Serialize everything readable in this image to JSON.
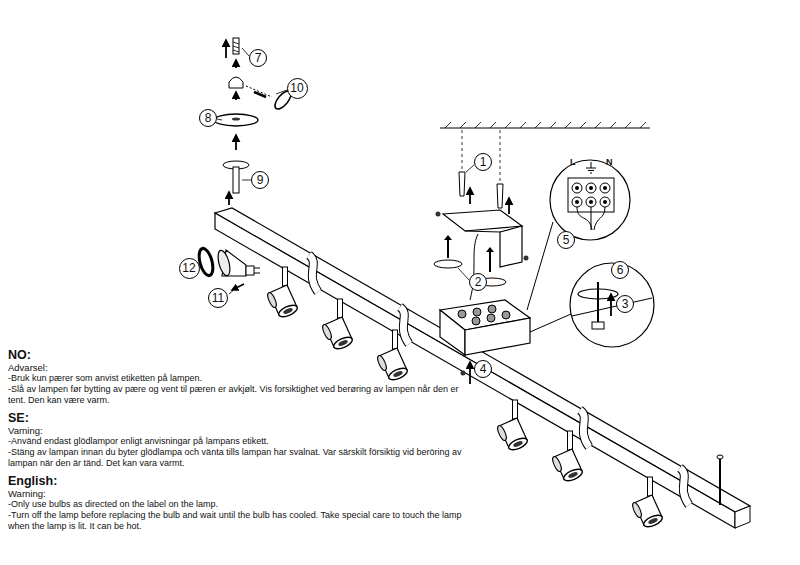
{
  "diagram": {
    "nodes": [
      {
        "text": [
          "7"
        ]
      },
      {
        "text": [
          "10"
        ]
      },
      {
        "text": [
          "8"
        ]
      },
      {
        "text": [
          "1"
        ]
      },
      {
        "text": [
          "9"
        ]
      },
      {
        "text": [
          "5"
        ]
      },
      {
        "text": [
          "12"
        ]
      },
      {
        "text": [
          "6"
        ]
      },
      {
        "text": [
          "2"
        ]
      },
      {
        "text": [
          "11"
        ]
      },
      {
        "text": [
          "3"
        ]
      },
      {
        "text": [
          "4"
        ]
      }
    ],
    "labels": [
      "NO:",
      "Advarsel:",
      "-Bruk kun pærer som anvist etiketten på lampen.",
      "-Slå av lampen før bytting av pære og vent til pæren er avkjølt. Vis forsiktighet ved berøring av lampen når den er tent. Den kan være varm.",
      "SE:",
      "Varning:",
      "-Använd endast glödlampor enligt anvisningar på lampans etikett.",
      "-Stäng av lampan innan du byter glödlampa och vänta tills lampan har svalnat. Var särskilt försiktig vid beröring av lampan när den är tänd. Det kan vara varmt.",
      "English:",
      "Warning:",
      "-Only use bulbs as directed on the label on the lamp.",
      "-Turn off the lamp before replacing the bulb and wait until the bulb has cooled. Take special care to touch the lamp when the lamp is lit. It can be hot.",
      "L",
      "N"
    ]
  }
}
